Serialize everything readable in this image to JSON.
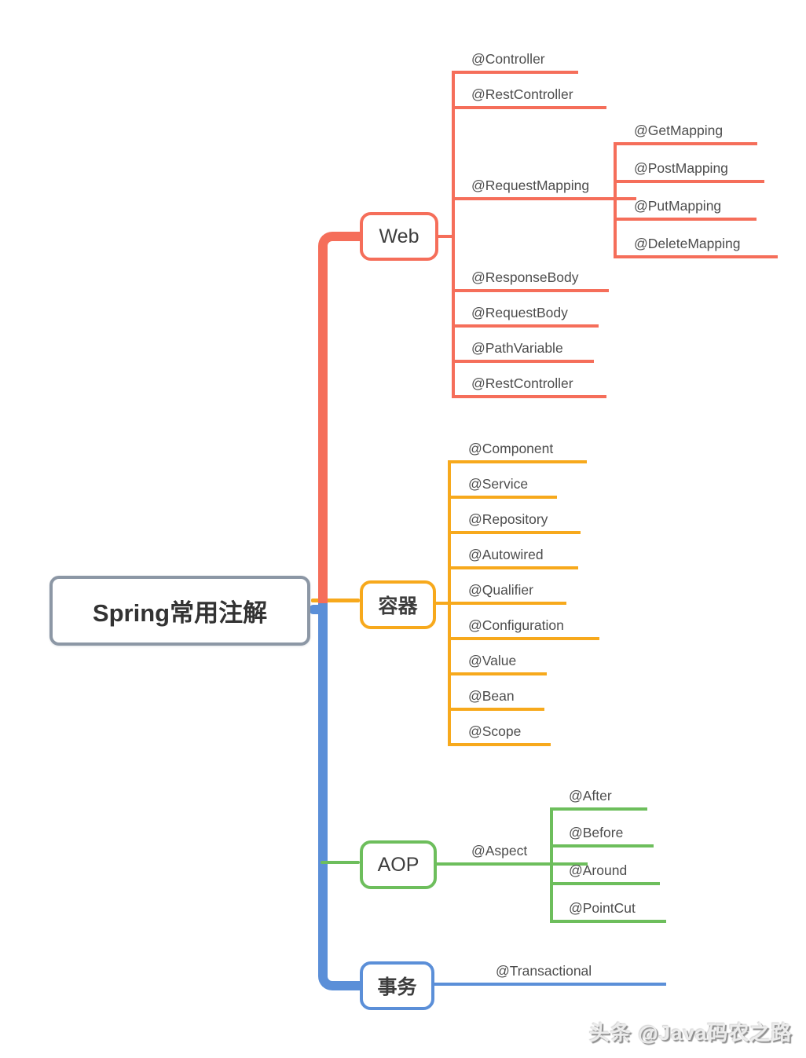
{
  "root": {
    "label": "Spring常用注解"
  },
  "branches": [
    {
      "label": "Web",
      "color": "#F56E5A",
      "children": [
        {
          "label": "@Controller"
        },
        {
          "label": "@RestController"
        },
        {
          "label": "@RequestMapping",
          "children": [
            {
              "label": "@GetMapping"
            },
            {
              "label": "@PostMapping"
            },
            {
              "label": "@PutMapping"
            },
            {
              "label": "@DeleteMapping"
            }
          ]
        },
        {
          "label": "@ResponseBody"
        },
        {
          "label": "@RequestBody"
        },
        {
          "label": "@PathVariable"
        },
        {
          "label": "@RestController"
        }
      ]
    },
    {
      "label": "容器",
      "color": "#F7A91C",
      "children": [
        {
          "label": "@Component"
        },
        {
          "label": "@Service"
        },
        {
          "label": "@Repository"
        },
        {
          "label": "@Autowired"
        },
        {
          "label": "@Qualifier"
        },
        {
          "label": "@Configuration"
        },
        {
          "label": "@Value"
        },
        {
          "label": "@Bean"
        },
        {
          "label": "@Scope"
        }
      ]
    },
    {
      "label": "AOP",
      "color": "#6DBE5C",
      "children": [
        {
          "label": "@Aspect",
          "children": [
            {
              "label": "@After"
            },
            {
              "label": "@Before"
            },
            {
              "label": "@Around"
            },
            {
              "label": "@PointCut"
            }
          ]
        }
      ]
    },
    {
      "label": "事务",
      "color": "#5B8FD8",
      "children": [
        {
          "label": "@Transactional"
        }
      ]
    }
  ],
  "watermark": {
    "text": "头条 @Java码农之路"
  },
  "colors": {
    "web_branch": "#F56E5A",
    "container_branch": "#F7A91C",
    "aop_branch": "#6DBE5C",
    "transaction_branch": "#5B8FD8",
    "root_border": "#8C97A5",
    "label_text": "#4d4d4d",
    "node_text": "#3d3d3d",
    "watermark_gray": "#8f8f8f"
  }
}
